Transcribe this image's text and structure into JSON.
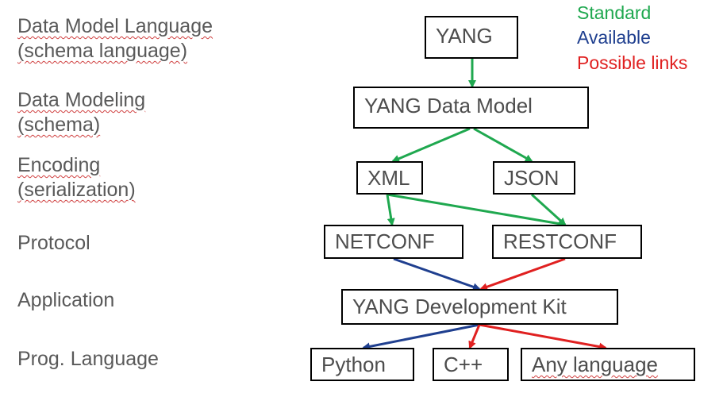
{
  "layers": [
    {
      "line1": "Data Model Language",
      "line2": "(schema language)"
    },
    {
      "line1": "Data Modeling",
      "line2": "(schema)"
    },
    {
      "line1": "Encoding",
      "line2": "(serialization)"
    },
    {
      "line1": "Protocol"
    },
    {
      "line1": "Application"
    },
    {
      "line1": "Prog. Language"
    }
  ],
  "nodes": {
    "yang": "YANG",
    "yang_data_model": "YANG Data Model",
    "xml": "XML",
    "json": "JSON",
    "netconf": "NETCONF",
    "restconf": "RESTCONF",
    "ydk": "YANG Development Kit",
    "python": "Python",
    "cpp": "C++",
    "any_language": "Any language"
  },
  "legend": {
    "standard": "Standard",
    "available": "Available",
    "possible": "Possible links"
  },
  "colors": {
    "standard": "#1fa84f",
    "available": "#1f3f8f",
    "possible": "#e02020",
    "label_text": "#595959"
  }
}
